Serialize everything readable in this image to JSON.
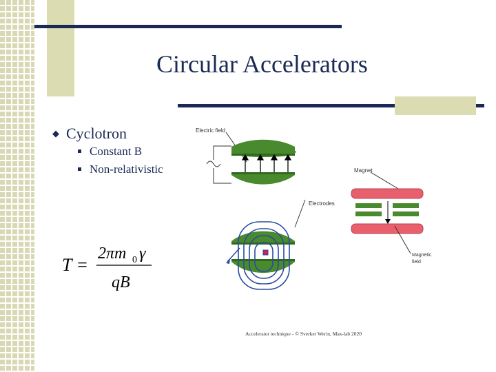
{
  "slide": {
    "title": "Circular Accelerators",
    "bullet_main": "Cyclotron",
    "sub_bullets": [
      "Constant B",
      "Non-relativistic"
    ]
  },
  "formula": {
    "lhs": "T =",
    "numerator": "2πm",
    "numerator_subscript": "0",
    "numerator_gamma": "γ",
    "denominator": "qB"
  },
  "diagram": {
    "label_electric_field": "Electric field",
    "label_magnet": "Magnet",
    "label_electrodes": "Electrodes",
    "label_magnetic_field_line1": "Magnetic",
    "label_magnetic_field_line2": "field",
    "credit": "Accelerator technique - © Sverker Werin, Max-lab 2020"
  },
  "colors": {
    "navy": "#1a2a55",
    "green": "#4a8a2e",
    "magnet_red": "#e8606e",
    "orbit_blue": "#2a4aa0"
  }
}
